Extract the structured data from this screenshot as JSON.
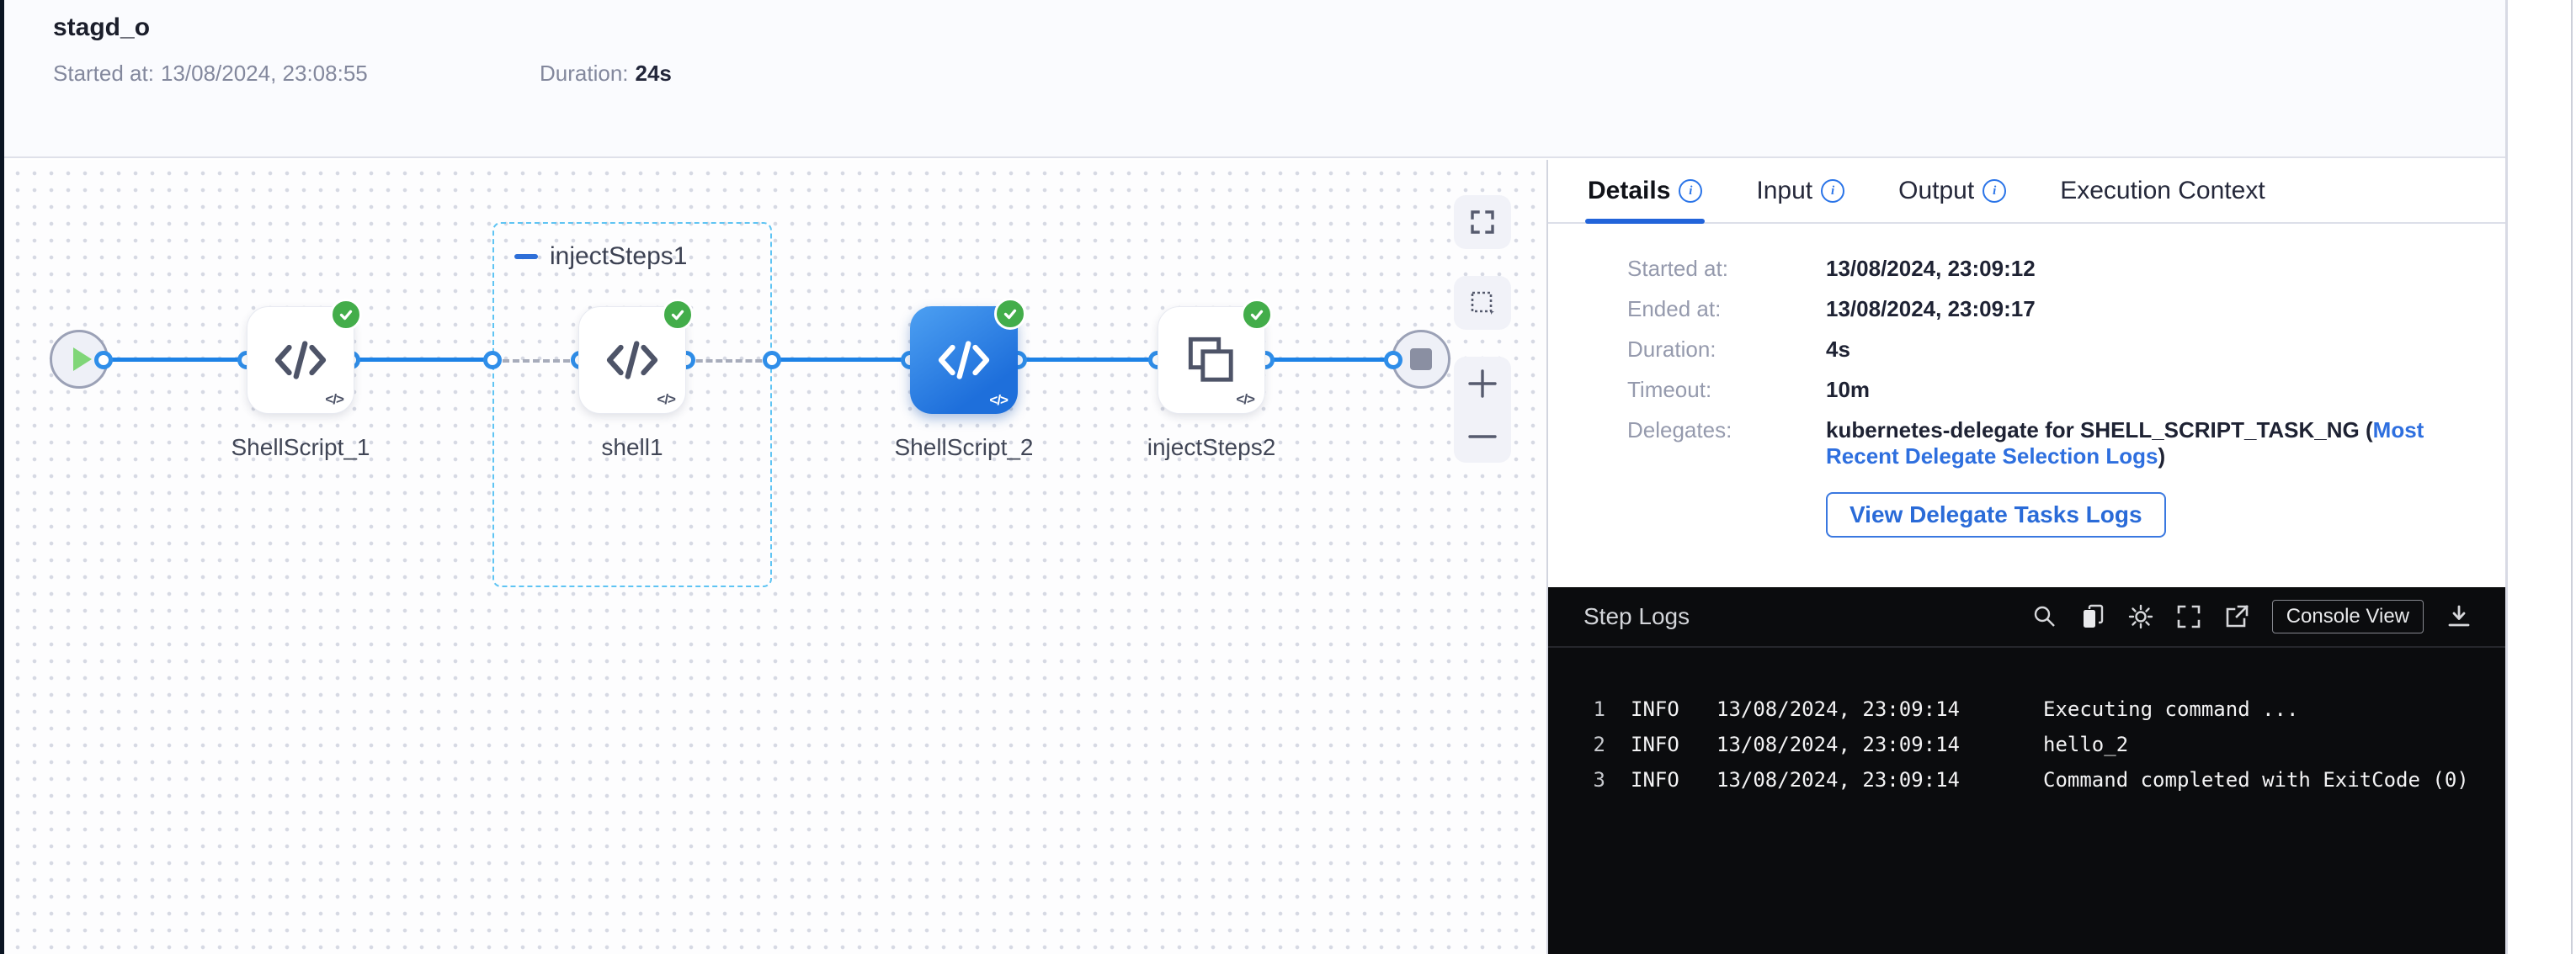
{
  "header": {
    "title": "stagd_o",
    "started_label": "Started at:",
    "started_value": "13/08/2024, 23:08:55",
    "duration_label": "Duration:",
    "duration_value": "24s"
  },
  "canvas": {
    "group_label": "injectSteps1",
    "nodes": [
      {
        "label": "ShellScript_1",
        "type": "shell-script",
        "status": "success"
      },
      {
        "label": "shell1",
        "type": "shell-script",
        "status": "success"
      },
      {
        "label": "ShellScript_2",
        "type": "shell-script",
        "status": "success",
        "selected": true
      },
      {
        "label": "injectSteps2",
        "type": "step-group",
        "status": "success"
      }
    ]
  },
  "tabs": [
    {
      "label": "Details",
      "active": true,
      "info": true
    },
    {
      "label": "Input",
      "active": false,
      "info": true
    },
    {
      "label": "Output",
      "active": false,
      "info": true
    },
    {
      "label": "Execution Context",
      "active": false,
      "info": false
    }
  ],
  "details": {
    "rows": [
      {
        "label": "Started at:",
        "value": "13/08/2024, 23:09:12"
      },
      {
        "label": "Ended at:",
        "value": "13/08/2024, 23:09:17"
      },
      {
        "label": "Duration:",
        "value": "4s"
      },
      {
        "label": "Timeout:",
        "value": "10m"
      }
    ],
    "delegates_label": "Delegates:",
    "delegates_text": "kubernetes-delegate for SHELL_SCRIPT_TASK_NG (",
    "delegates_link": "Most Recent Delegate Selection Logs",
    "delegates_text_end": ")",
    "view_logs_button": "View Delegate Tasks Logs"
  },
  "logs": {
    "title": "Step Logs",
    "console_view_label": "Console View",
    "lines": [
      {
        "num": "1",
        "level": "INFO",
        "time": "13/08/2024, 23:09:14",
        "message": "Executing command ..."
      },
      {
        "num": "2",
        "level": "INFO",
        "time": "13/08/2024, 23:09:14",
        "message": "hello_2"
      },
      {
        "num": "3",
        "level": "INFO",
        "time": "13/08/2024, 23:09:14",
        "message": "Command completed with ExitCode (0)"
      }
    ]
  },
  "icons": {
    "info_glyph": "i",
    "code_glyph": "</>"
  },
  "colors": {
    "accent_blue": "#1d82e6",
    "success_green": "#43ad4a",
    "link_blue": "#2e6fdf",
    "selected_node_blue": "#2b7de2",
    "log_bg": "#0b0c0e"
  }
}
